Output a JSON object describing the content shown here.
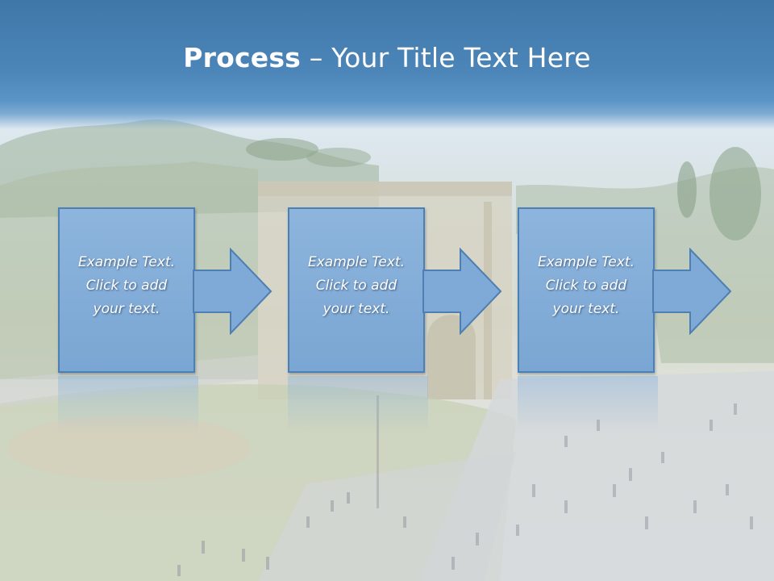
{
  "slide": {
    "title_bold": "Process",
    "title_rest": " – Your Title Text Here",
    "steps": [
      {
        "line1": "Example Text.",
        "line2": "Click  to add",
        "line3": "your text."
      },
      {
        "line1": "Example Text.",
        "line2": "Click  to add",
        "line3": "your text."
      },
      {
        "line1": "Example Text.",
        "line2": "Click  to add",
        "line3": "your text."
      }
    ]
  },
  "colors": {
    "header": "#4c85b8",
    "box_fill": "#7aa6d3",
    "box_border": "#4d7fb3",
    "text": "#ffffff"
  },
  "icons": [
    "right-arrow-icon"
  ]
}
